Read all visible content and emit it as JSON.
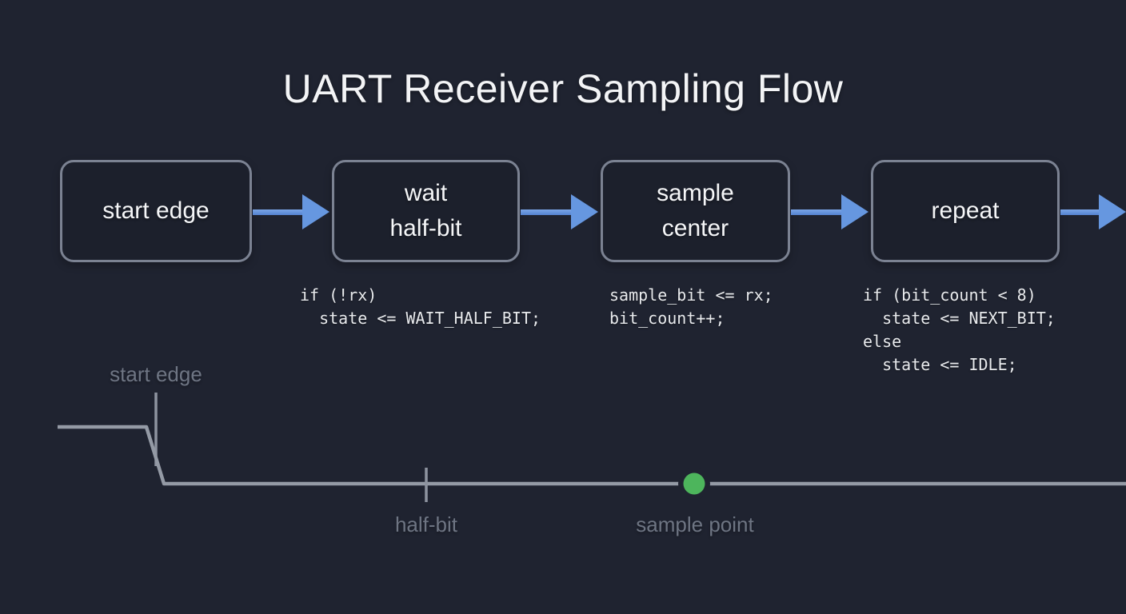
{
  "title": "UART Receiver Sampling Flow",
  "flow": {
    "boxes": [
      {
        "label": "start edge"
      },
      {
        "label": "wait\nhalf-bit"
      },
      {
        "label": "sample\ncenter"
      },
      {
        "label": "repeat"
      }
    ]
  },
  "code_blocks": [
    {
      "lines": [
        "if (!rx)",
        "  state <= WAIT_HALF_BIT;"
      ]
    },
    {
      "lines": [
        "sample_bit <= rx;",
        "bit_count++;"
      ]
    },
    {
      "lines": [
        "if (bit_count < 8)",
        "  state <= NEXT_BIT;",
        "else",
        "  state <= IDLE;"
      ]
    }
  ],
  "waveform": {
    "start_edge_label": "start edge",
    "half_bit_label": "half-bit",
    "sample_point_label": "sample point"
  },
  "colors": {
    "background": "#1f2330",
    "box_border": "#7b8292",
    "arrow_blue": "#6697e0",
    "wave_line": "#949aa5",
    "label_gray": "#6e7583",
    "sample_point_green": "#4db55c",
    "title_white": "#f3f4f6"
  }
}
